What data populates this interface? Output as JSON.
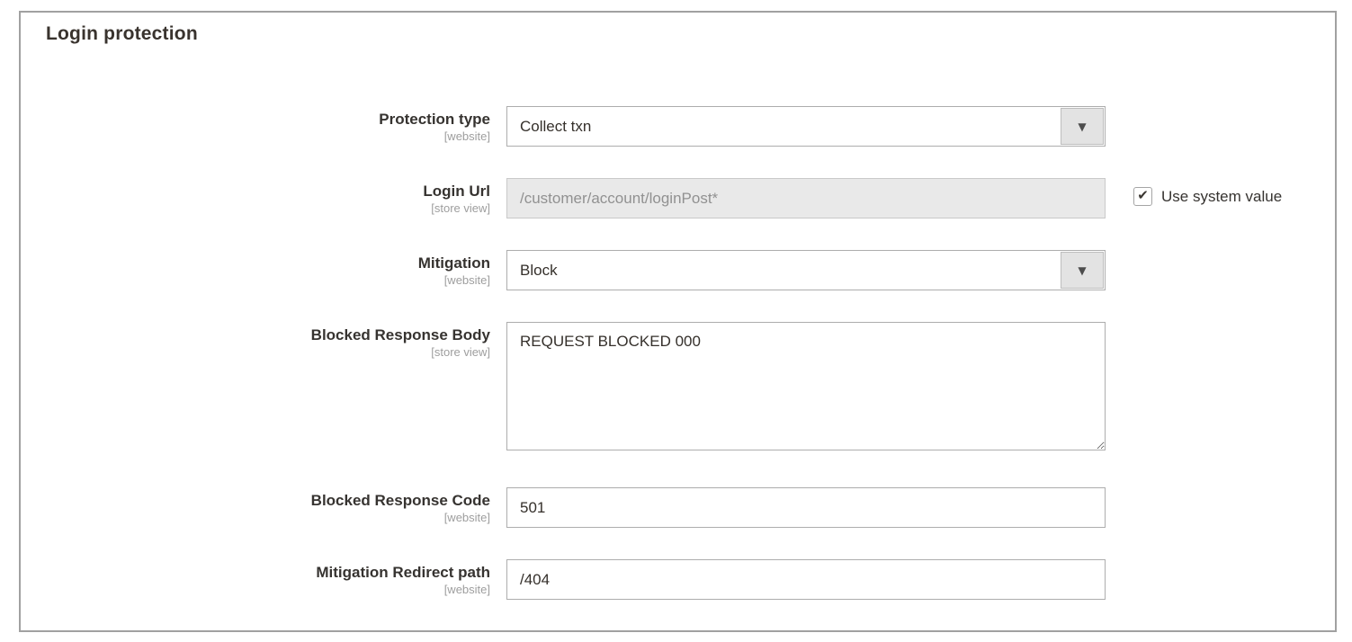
{
  "panel": {
    "title": "Login protection"
  },
  "fields": [
    {
      "label": "Protection type",
      "scope": "[website]",
      "control": "select",
      "value": "Collect txn"
    },
    {
      "label": "Login Url",
      "scope": "[store view]",
      "control": "text",
      "value": "/customer/account/loginPost*",
      "disabled": true,
      "use_system_value": {
        "label": "Use system value",
        "checked": true
      }
    },
    {
      "label": "Mitigation",
      "scope": "[website]",
      "control": "select",
      "value": "Block"
    },
    {
      "label": "Blocked Response Body",
      "scope": "[store view]",
      "control": "textarea",
      "value": "REQUEST BLOCKED 000"
    },
    {
      "label": "Blocked Response Code",
      "scope": "[website]",
      "control": "text",
      "value": "501"
    },
    {
      "label": "Mitigation Redirect path",
      "scope": "[website]",
      "control": "text",
      "value": "/404"
    }
  ],
  "icons": {
    "dropdown_arrow": "▼",
    "checkmark": "✔"
  },
  "colors": {
    "panel_border": "#a1a1a1",
    "label_text": "#363330",
    "scope_text": "#9e9e9e",
    "input_border": "#adadad",
    "input_text": "#35302b",
    "disabled_bg": "#e9e9e9",
    "disabled_text": "#919191",
    "select_arrow_bg": "#e3e3e3"
  }
}
